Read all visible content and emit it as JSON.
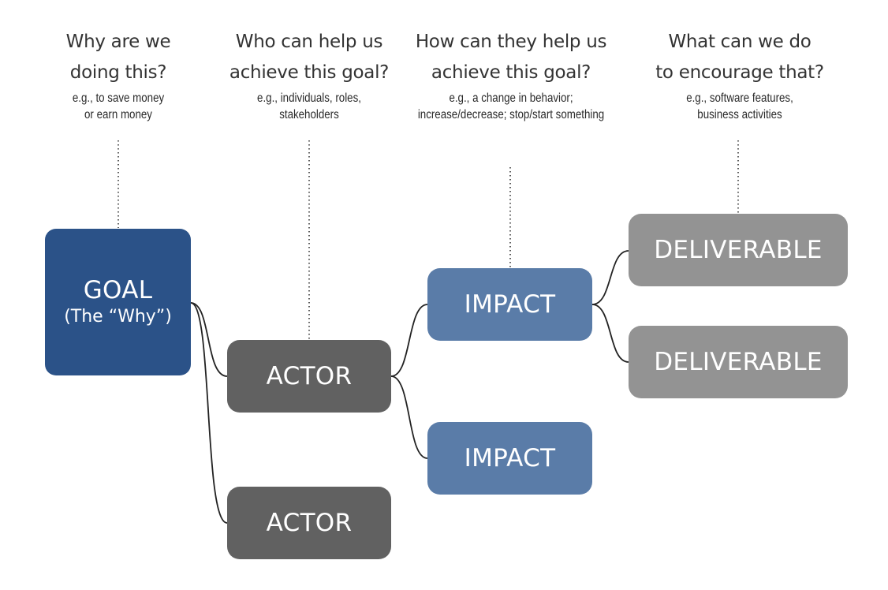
{
  "columns": [
    {
      "question": "Why are we\ndoing this?",
      "example": "e.g., to save money\nor earn money"
    },
    {
      "question": "Who can help us\nachieve this goal?",
      "example": "e.g., individuals, roles,\nstakeholders"
    },
    {
      "question": "How can they help us\nachieve this goal?",
      "example": "e.g., a change in behavior;\nincrease/decrease; stop/start something"
    },
    {
      "question": "What can we do\nto encourage that?",
      "example": "e.g., software features,\nbusiness activities"
    }
  ],
  "nodes": {
    "goal": {
      "label": "GOAL",
      "sub": "(The “Why”)"
    },
    "actor_1": {
      "label": "ACTOR"
    },
    "actor_2": {
      "label": "ACTOR"
    },
    "impact_1": {
      "label": "IMPACT"
    },
    "impact_2": {
      "label": "IMPACT"
    },
    "deliverable_1": {
      "label": "DELIVERABLE"
    },
    "deliverable_2": {
      "label": "DELIVERABLE"
    }
  },
  "colors": {
    "goal": "#2b5288",
    "actor": "#616161",
    "impact": "#5a7ca8",
    "deliverable": "#939393",
    "connector": "#222222"
  }
}
